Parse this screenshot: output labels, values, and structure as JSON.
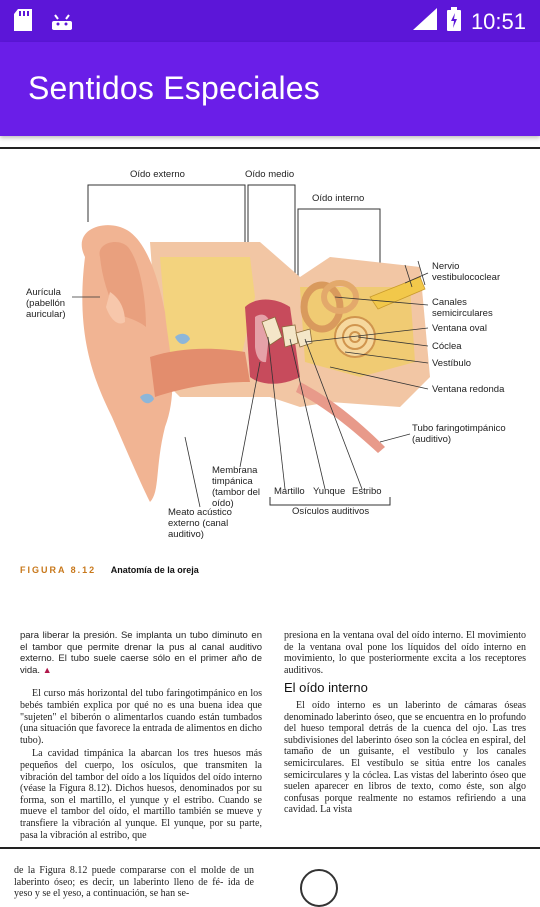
{
  "status_bar": {
    "time": "10:51",
    "left_icons": [
      "sd-card-icon",
      "android-icon"
    ],
    "right_icons": [
      "signal-icon",
      "battery-charging-icon"
    ]
  },
  "app_bar": {
    "title": "Sentidos Especiales",
    "color": "#6a1ee8"
  },
  "figure": {
    "labels": {
      "oido_externo": "Oído externo",
      "oido_medio": "Oído medio",
      "oido_interno": "Oído interno",
      "auricula": "Aurícula (pabellón auricular)",
      "nervio": "Nervio vestibulococlear",
      "canales": "Canales semicirculares",
      "ventana_oval": "Ventana oval",
      "coclea": "Cóclea",
      "vestibulo": "Vestíbulo",
      "ventana_redonda": "Ventana redonda",
      "tubo": "Tubo faringotimpánico (auditivo)",
      "membrana": "Membrana timpánica (tambor del oído)",
      "meato": "Meato acústico externo (canal auditivo)",
      "martillo": "Martillo",
      "yunque": "Yunque",
      "estribo": "Estribo",
      "osiculos": "Osículos auditivos"
    },
    "caption_number": "FIGURA 8.12",
    "caption_title": "Anatomía de la oreja"
  },
  "left_column": {
    "note": "para liberar la presión. Se implanta un tubo diminuto en el tambor que permite drenar la pus al canal auditivo externo. El tubo suele caerse sólo en el primer año de vida.",
    "p1": "El curso más horizontal del tubo faringotimpánico en los bebés también explica por qué no es una buena idea que \"sujeten\" el biberón o alimentarlos cuando están tumbados (una situación que favorece la entrada de alimentos en dicho tubo).",
    "p2": "La cavidad timpánica la abarcan los tres huesos más pequeños del cuerpo, los osículos, que transmiten la vibración del tambor del oído a los líquidos del oído interno (véase la Figura 8.12). Dichos huesos, denominados por su forma, son el martillo, el yunque y el estribo. Cuando se mueve el tambor del oído, el martillo también se mueve y transfiere la vibración al yunque. El yunque, por su parte, pasa la vibración al estribo, que"
  },
  "right_column": {
    "p0": "presiona en la ventana oval del oído interno. El movimiento de la ventana oval pone los líquidos del oído interno en movimiento, lo que posteriormente excita a los receptores auditivos.",
    "heading": "El oído interno",
    "p1": "El oído interno es un laberinto de cámaras óseas denominado laberinto óseo, que se encuentra en lo profundo del hueso temporal detrás de la cuenca del ojo. Las tres subdivisiones del laberinto óseo son la cóclea en espiral, del tamaño de un guisante, el vestíbulo y los canales semicirculares. El vestíbulo se sitúa entre los canales semicirculares y la cóclea. Las vistas del laberinto óseo que suelen aparecer en libros de texto, como éste, son algo confusas porque realmente no estamos refiriendo a una cavidad. La vista"
  },
  "bottom": {
    "text": "de la Figura 8.12 puede compararse con el molde de un laberinto óseo; es decir, un laberinto lleno de fé- ida de yeso y se el yeso, a continuación, se han se-"
  }
}
